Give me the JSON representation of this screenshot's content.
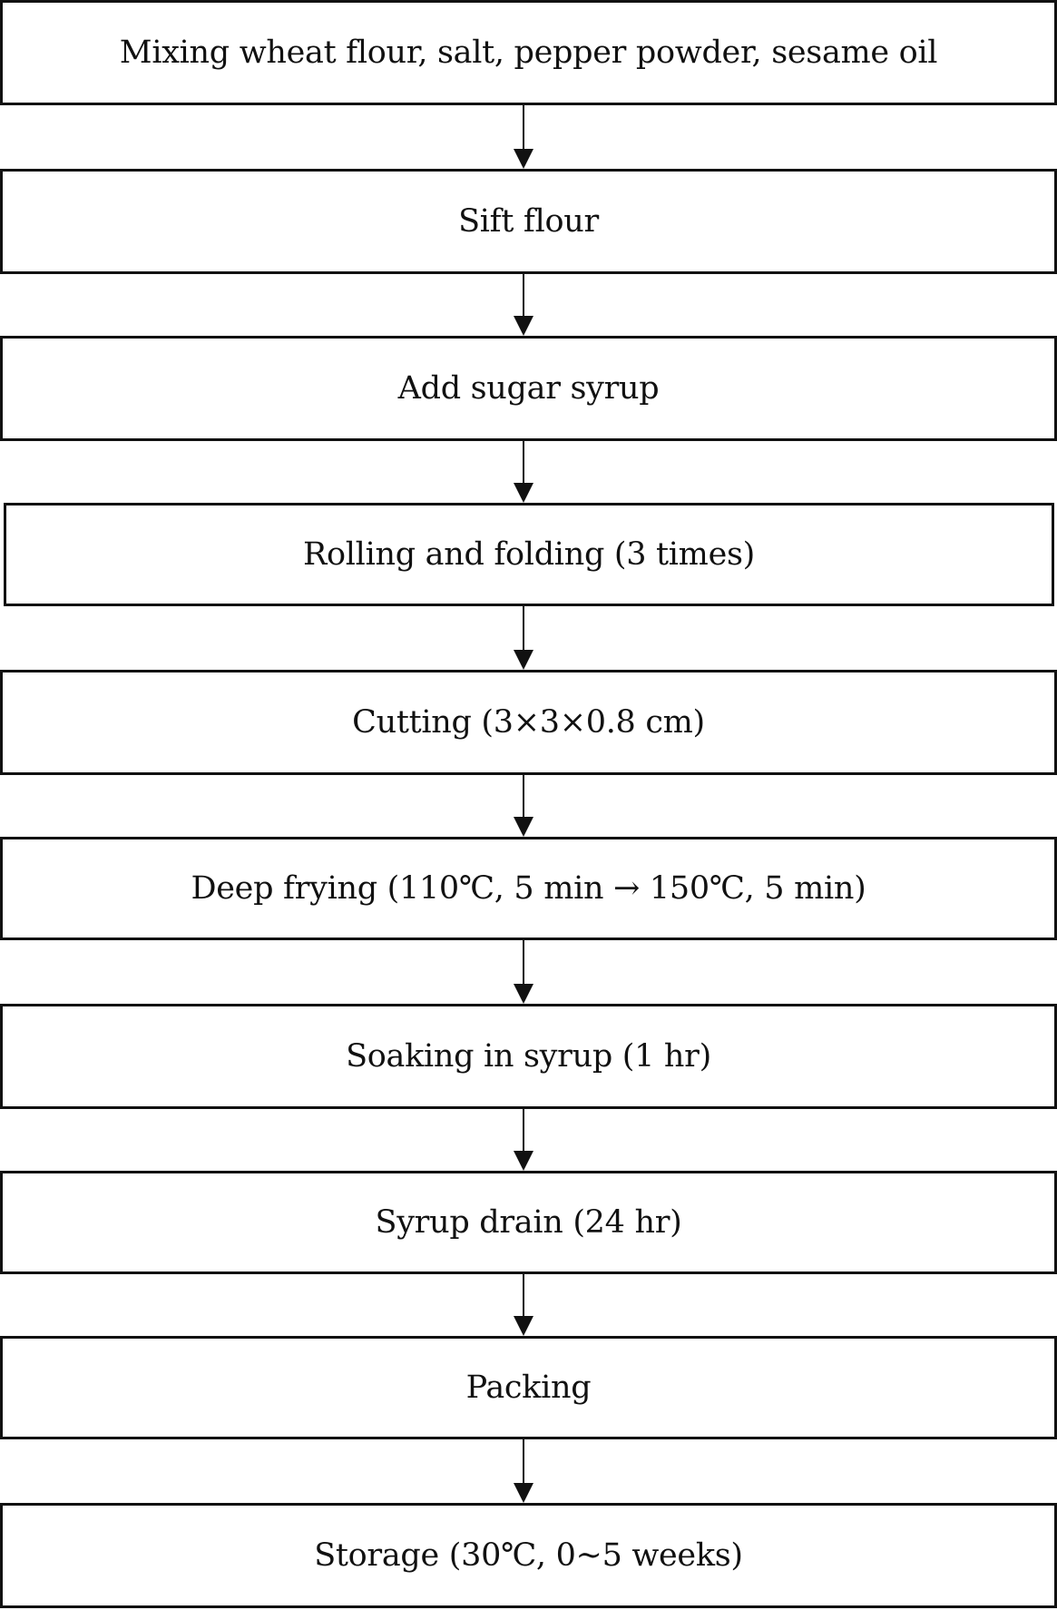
{
  "steps": [
    {
      "label": "Mixing wheat flour, salt, pepper powder, sesame oil"
    },
    {
      "label": "Sift flour"
    },
    {
      "label": "Add sugar syrup"
    },
    {
      "label": "Rolling and folding (3 times)"
    },
    {
      "label": "Cutting (3×3×0.8 cm)"
    },
    {
      "label": "Deep frying (110℃, 5 min → 150℃, 5 min)"
    },
    {
      "label": "Soaking in syrup (1 hr)"
    },
    {
      "label": "Syrup drain (24 hr)"
    },
    {
      "label": "Packing"
    },
    {
      "label": "Storage (30℃, 0~5 weeks)"
    }
  ],
  "colors": {
    "stroke": "#111111",
    "background": "#ffffff"
  },
  "icons": {
    "connector": "arrow-down-icon"
  }
}
